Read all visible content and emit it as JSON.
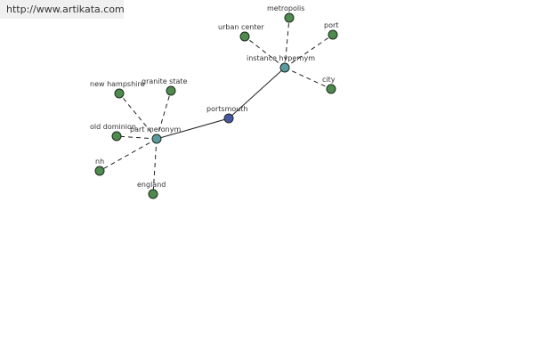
{
  "watermark": {
    "url": "http://www.artikata.com"
  },
  "colors": {
    "leaf": "#4f8a4f",
    "relation": "#5b9aa0",
    "center": "#4b55a8"
  },
  "graph": {
    "nodes": [
      {
        "id": "portsmouth",
        "label": "portsmouth",
        "kind": "center"
      },
      {
        "id": "instance-hypernym",
        "label": "instance hypernym",
        "kind": "relation"
      },
      {
        "id": "part-meronym",
        "label": "part meronym",
        "kind": "relation"
      },
      {
        "id": "metropolis",
        "label": "metropolis",
        "kind": "leaf"
      },
      {
        "id": "urban-center",
        "label": "urban center",
        "kind": "leaf"
      },
      {
        "id": "port",
        "label": "port",
        "kind": "leaf"
      },
      {
        "id": "city",
        "label": "city",
        "kind": "leaf"
      },
      {
        "id": "new-hampshire",
        "label": "new hampshire",
        "kind": "leaf"
      },
      {
        "id": "granite-state",
        "label": "granite state",
        "kind": "leaf"
      },
      {
        "id": "old-dominion",
        "label": "old dominion",
        "kind": "leaf"
      },
      {
        "id": "nh",
        "label": "nh",
        "kind": "leaf"
      },
      {
        "id": "england",
        "label": "england",
        "kind": "leaf"
      }
    ],
    "edges": [
      {
        "from": "portsmouth",
        "to": "instance-hypernym",
        "style": "solid"
      },
      {
        "from": "portsmouth",
        "to": "part-meronym",
        "style": "solid"
      },
      {
        "from": "instance-hypernym",
        "to": "metropolis",
        "style": "dashed"
      },
      {
        "from": "instance-hypernym",
        "to": "urban-center",
        "style": "dashed"
      },
      {
        "from": "instance-hypernym",
        "to": "port",
        "style": "dashed"
      },
      {
        "from": "instance-hypernym",
        "to": "city",
        "style": "dashed"
      },
      {
        "from": "part-meronym",
        "to": "new-hampshire",
        "style": "dashed"
      },
      {
        "from": "part-meronym",
        "to": "granite-state",
        "style": "dashed"
      },
      {
        "from": "part-meronym",
        "to": "old-dominion",
        "style": "dashed"
      },
      {
        "from": "part-meronym",
        "to": "nh",
        "style": "dashed"
      },
      {
        "from": "part-meronym",
        "to": "england",
        "style": "dashed"
      }
    ]
  }
}
